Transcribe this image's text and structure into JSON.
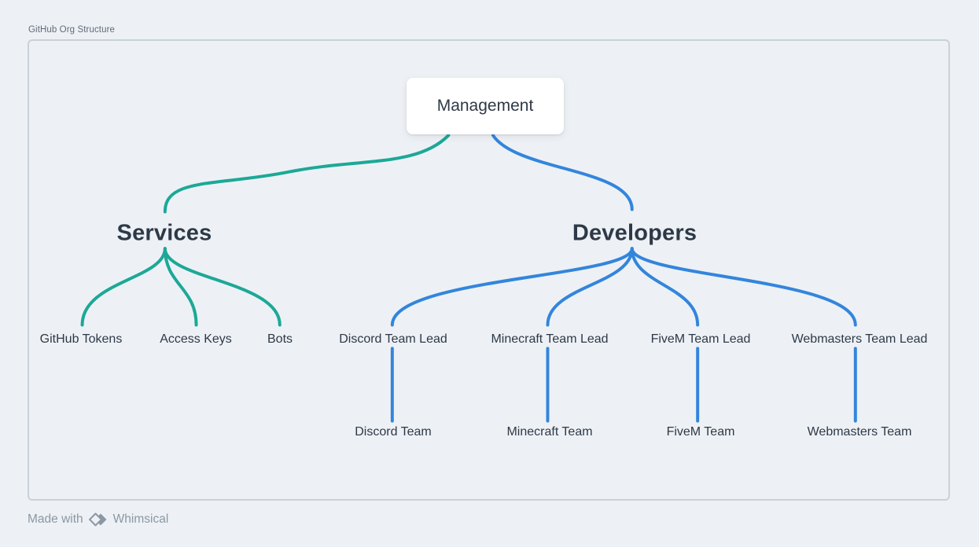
{
  "page": {
    "title": "GitHub Org Structure",
    "footer": {
      "prefix": "Made with",
      "brand": "Whimsical"
    }
  },
  "colors": {
    "background": "#EDF1F5",
    "frame_border": "#C8D1DB",
    "node_text": "#2E3947",
    "teal_branch": "#1CA897",
    "blue_branch": "#3385DC",
    "card_background": "#FFFFFF",
    "muted_text": "#8C97A3"
  },
  "mindmap": {
    "root": {
      "label": "Management"
    },
    "branches": [
      {
        "label": "Services",
        "color": "#1CA897",
        "children": [
          {
            "label": "GitHub Tokens"
          },
          {
            "label": "Access Keys"
          },
          {
            "label": "Bots"
          }
        ]
      },
      {
        "label": "Developers",
        "color": "#3385DC",
        "children": [
          {
            "label": "Discord Team Lead",
            "children": [
              {
                "label": "Discord Team"
              }
            ]
          },
          {
            "label": "Minecraft Team Lead",
            "children": [
              {
                "label": "Minecraft Team"
              }
            ]
          },
          {
            "label": "FiveM Team Lead",
            "children": [
              {
                "label": "FiveM Team"
              }
            ]
          },
          {
            "label": "Webmasters Team Lead",
            "children": [
              {
                "label": "Webmasters Team"
              }
            ]
          }
        ]
      }
    ]
  }
}
